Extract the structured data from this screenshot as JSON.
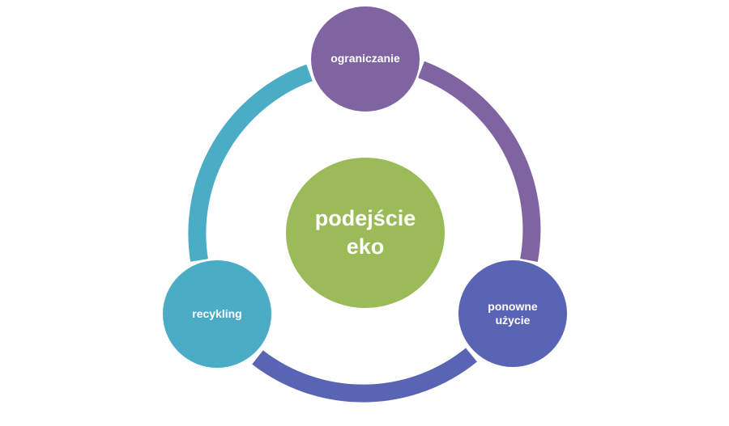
{
  "diagram": {
    "center": {
      "label": "podejście eko",
      "color": "#9bbb59"
    },
    "nodes": [
      {
        "label": "ograniczanie",
        "color": "#8064a2"
      },
      {
        "label": "ponowne użycie",
        "color": "#5a64b4"
      },
      {
        "label": "recykling",
        "color": "#4bacc6"
      }
    ],
    "arcs": [
      {
        "from": "ograniczanie",
        "to": "ponowne użycie",
        "color": "#8064a2"
      },
      {
        "from": "ponowne użycie",
        "to": "recykling",
        "color": "#5a64b4"
      },
      {
        "from": "recykling",
        "to": "ograniczanie",
        "color": "#4bacc6"
      }
    ]
  }
}
